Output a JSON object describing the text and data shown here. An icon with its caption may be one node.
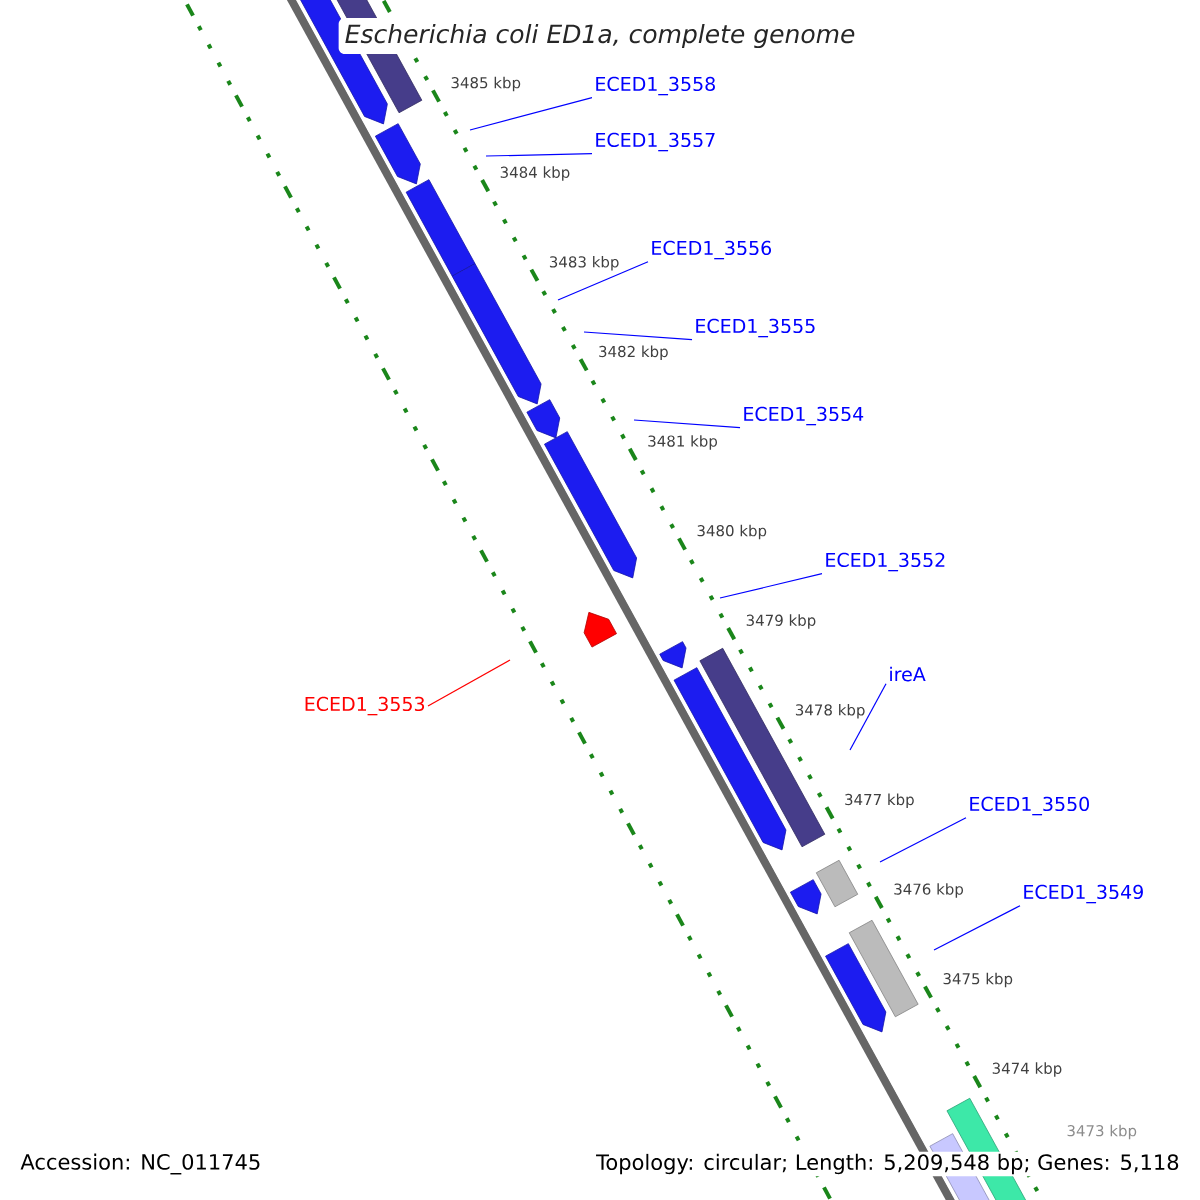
{
  "diagram": {
    "title": "Escherichia coli ED1a, complete genome",
    "nodes": [
      {
        "text": [
          "ECED1_3558"
        ]
      },
      {
        "text": [
          "ECED1_3557"
        ]
      },
      {
        "text": [
          "ECED1_3556"
        ]
      },
      {
        "text": [
          "ECED1_3555"
        ]
      },
      {
        "text": [
          "ECED1_3554"
        ]
      },
      {
        "text": [
          "ECED1_3552"
        ]
      },
      {
        "text": [
          "ireA"
        ]
      },
      {
        "text": [
          "ECED1_3553"
        ]
      },
      {
        "text": [
          "ECED1_3550"
        ]
      },
      {
        "text": [
          "ECED1_3549"
        ]
      }
    ],
    "edges": [
      {
        "from": 0,
        "to": null,
        "arrow": "none"
      },
      {
        "from": 1,
        "to": null,
        "arrow": "none"
      },
      {
        "from": 2,
        "to": null,
        "arrow": "none"
      },
      {
        "from": 3,
        "to": null,
        "arrow": "none"
      },
      {
        "from": 4,
        "to": null,
        "arrow": "none"
      },
      {
        "from": 5,
        "to": null,
        "arrow": "none"
      },
      {
        "from": 6,
        "to": null,
        "arrow": "none"
      },
      {
        "from": 7,
        "to": null,
        "arrow": "none",
        "color": "#ff0000"
      },
      {
        "from": 8,
        "to": null,
        "arrow": "none"
      },
      {
        "from": 9,
        "to": null,
        "arrow": "none"
      }
    ],
    "labels": [
      "3485 kbp",
      "3484 kbp",
      "3483 kbp",
      "3482 kbp",
      "3481 kbp",
      "3480 kbp",
      "3479 kbp",
      "3478 kbp",
      "3477 kbp",
      "3476 kbp",
      "3475 kbp",
      "3474 kbp",
      "3473 kbp",
      "Accession: NC_011745",
      "Topology: circular; Length: 5,209,548 bp; Genes: 5,118"
    ]
  }
}
